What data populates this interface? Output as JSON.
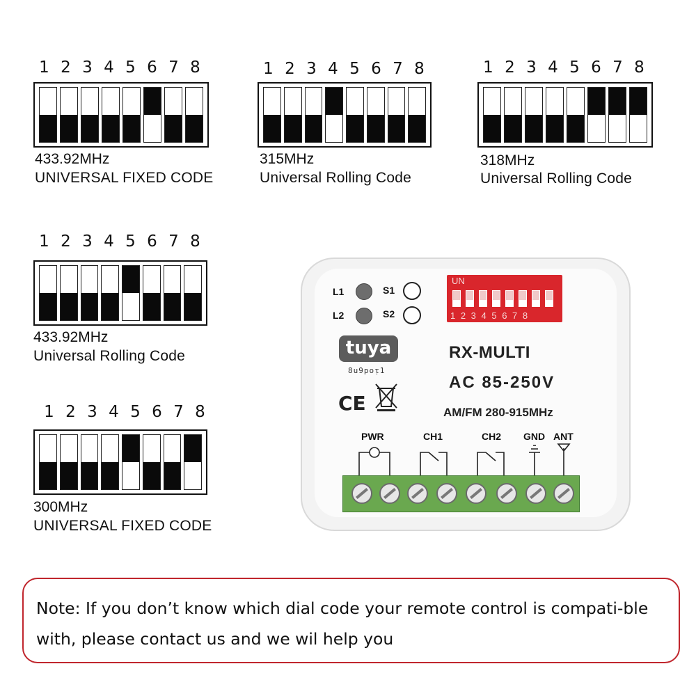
{
  "switch_numbers": [
    "1",
    "2",
    "3",
    "4",
    "5",
    "6",
    "7",
    "8"
  ],
  "dip_diagrams": [
    {
      "freq": "433.92MHz",
      "mode": "UNIVERSAL FIXED CODE",
      "states": [
        "off",
        "off",
        "off",
        "off",
        "off",
        "on",
        "off",
        "off"
      ]
    },
    {
      "freq": "315MHz",
      "mode": "Universal Rolling Code",
      "states": [
        "off",
        "off",
        "off",
        "on",
        "off",
        "off",
        "off",
        "off"
      ]
    },
    {
      "freq": "318MHz",
      "mode": "Universal Rolling Code",
      "states": [
        "off",
        "off",
        "off",
        "off",
        "off",
        "on",
        "on",
        "on"
      ]
    },
    {
      "freq": "433.92MHz",
      "mode": "Universal Rolling Code",
      "states": [
        "off",
        "off",
        "off",
        "off",
        "on",
        "off",
        "off",
        "off"
      ]
    },
    {
      "freq": "300MHz",
      "mode": "UNIVERSAL FIXED CODE",
      "states": [
        "off",
        "off",
        "off",
        "off",
        "on",
        "off",
        "off",
        "on"
      ]
    }
  ],
  "device": {
    "led1": "L1",
    "led2": "L2",
    "button1": "S1",
    "button2": "S2",
    "red_dip_on": "UN",
    "red_dip_numbers": "1 2 3 4 5 6 7 8",
    "brand": "tuya",
    "brand_sub": "8u9poᴉ1",
    "ce_mark": "CE",
    "model": "RX-MULTI",
    "voltage": "AC 85-250V",
    "band": "AM/FM 280-915MHz",
    "terminals": [
      "PWR",
      "CH1",
      "CH2",
      "GND",
      "ANT"
    ]
  },
  "note": "Note: If you don’t know which dial code your remote control is compati-ble with, please contact us and we wil help you"
}
